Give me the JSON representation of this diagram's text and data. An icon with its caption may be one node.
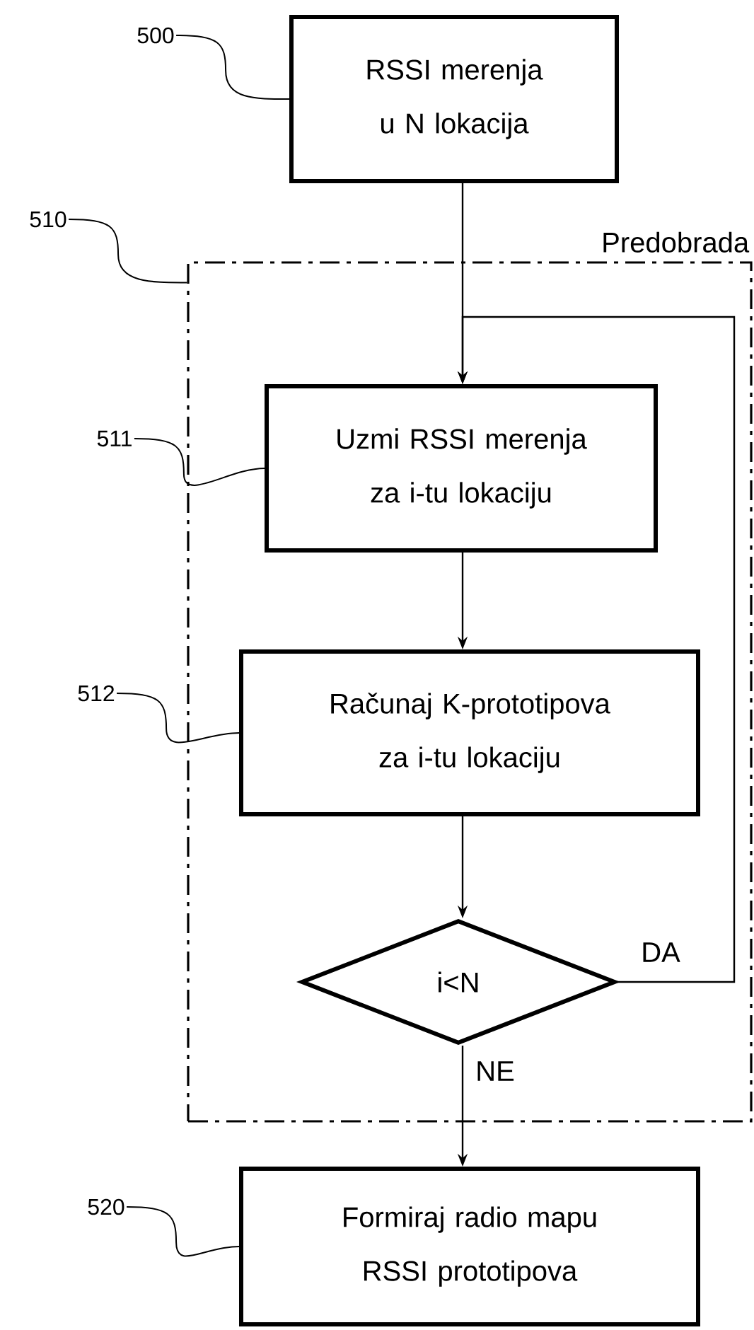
{
  "diagram": {
    "nodes": [
      {
        "text": [
          "RSSI merenja u N lokacija"
        ]
      },
      {
        "text": [
          "Predobrada"
        ]
      },
      {
        "text": [
          "Uzmi RSSI merenja za i-tu lokaciju"
        ],
        "in": 1
      },
      {
        "text": [
          "Računaj K-prototipova za i-tu lokaciju"
        ],
        "in": 1
      },
      {
        "text": [
          "i<N"
        ],
        "in": 1
      },
      {
        "text": [
          "Formiraj radio mapu RSSI prototipova"
        ]
      },
      {
        "text": [
          "500"
        ]
      },
      {
        "text": [
          "510"
        ]
      },
      {
        "text": [
          "511"
        ]
      },
      {
        "text": [
          "512"
        ]
      },
      {
        "text": [
          "520"
        ]
      }
    ],
    "edges": [
      {
        "from": 0,
        "to": 2,
        "arrow": "to"
      },
      {
        "from": 2,
        "to": 3,
        "arrow": "to"
      },
      {
        "from": 3,
        "to": 4,
        "arrow": "to"
      },
      {
        "from": 4,
        "to": 2,
        "arrow": "to",
        "label": "DA"
      },
      {
        "from": 4,
        "to": 5,
        "arrow": "to",
        "label": "NE"
      },
      {
        "from": 6,
        "to": 0,
        "arrow": "none"
      },
      {
        "from": 7,
        "to": 1,
        "arrow": "none"
      },
      {
        "from": 8,
        "to": 2,
        "arrow": "none"
      },
      {
        "from": 9,
        "to": 3,
        "arrow": "none"
      },
      {
        "from": 10,
        "to": 5,
        "arrow": "none"
      }
    ]
  }
}
